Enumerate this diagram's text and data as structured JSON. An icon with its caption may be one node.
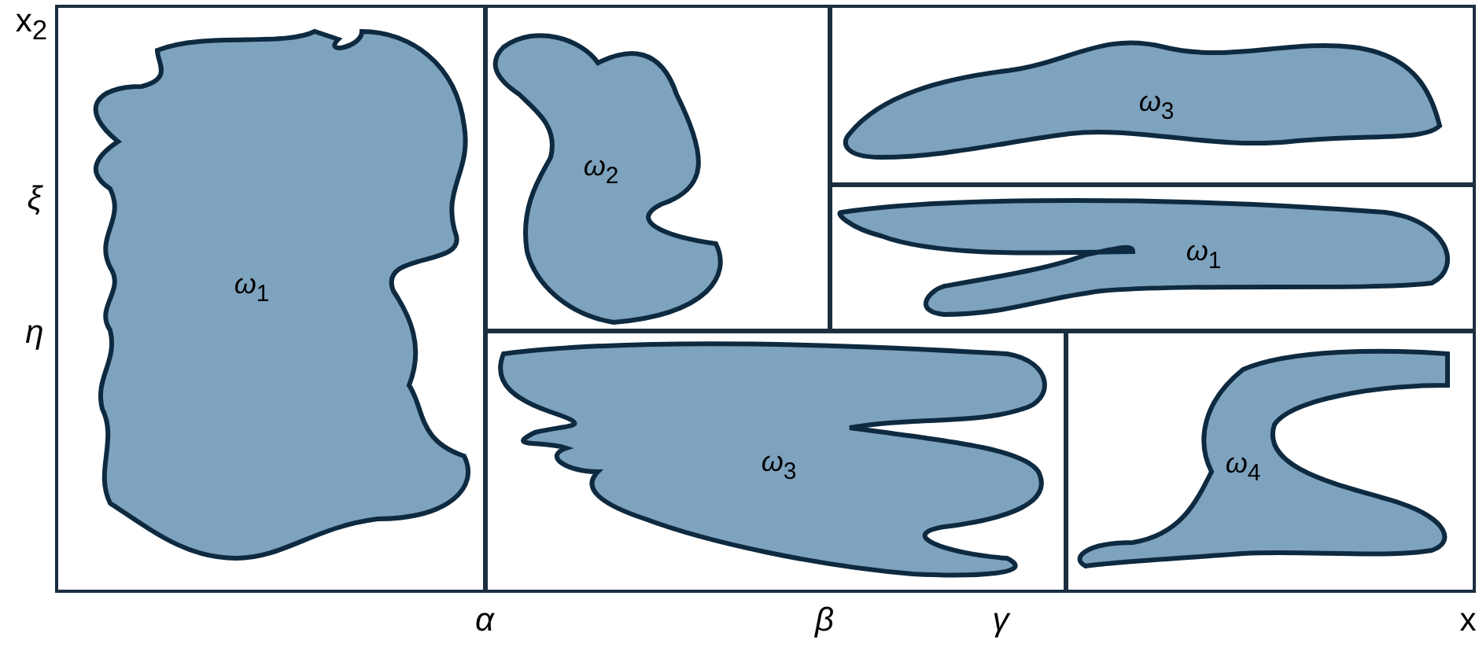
{
  "diagram": {
    "nodes": [
      {
        "text": [],
        "shape": "box"
      },
      {
        "text": [],
        "shape": "box",
        "in": 0
      },
      {
        "text": [
          "*ω*$_{1}$"
        ],
        "in": 1
      },
      {
        "text": [],
        "shape": "box",
        "in": 0
      },
      {
        "text": [
          "*ω*$_{2}$"
        ],
        "in": 3
      },
      {
        "text": [],
        "shape": "box",
        "in": 0
      },
      {
        "text": [
          "*ω*$_{3}$"
        ],
        "in": 5
      },
      {
        "text": [],
        "shape": "box",
        "in": 0
      },
      {
        "text": [
          "*ω*$_{1}$"
        ],
        "in": 7
      },
      {
        "text": [],
        "shape": "box",
        "in": 0
      },
      {
        "text": [
          "*ω*$_{3}$"
        ],
        "in": 9
      },
      {
        "text": [],
        "shape": "box",
        "in": 0
      },
      {
        "text": [
          "*ω*$_{4}$"
        ],
        "in": 11
      }
    ],
    "labels": [
      "x$_{2}$",
      "*ξ*",
      "*η*",
      "*α*",
      "*β*",
      "*γ*",
      "x"
    ]
  }
}
